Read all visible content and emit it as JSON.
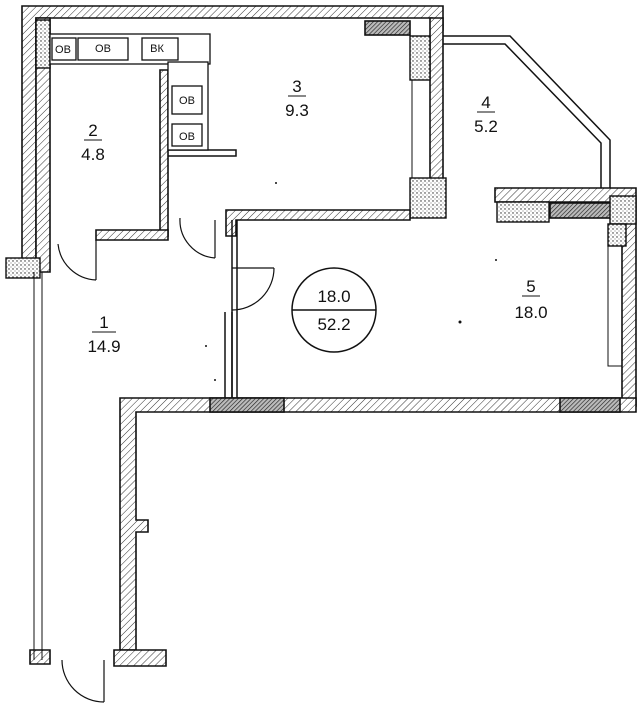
{
  "rooms": [
    {
      "number": "1",
      "area": "14.9"
    },
    {
      "number": "2",
      "area": "4.8"
    },
    {
      "number": "3",
      "area": "9.3"
    },
    {
      "number": "4",
      "area": "5.2"
    },
    {
      "number": "5",
      "area": "18.0"
    }
  ],
  "shafts": [
    "ОВ",
    "ОВ",
    "ВК",
    "ОВ",
    "ОВ"
  ],
  "totals": {
    "living_area": "18.0",
    "total_area": "52.2"
  }
}
